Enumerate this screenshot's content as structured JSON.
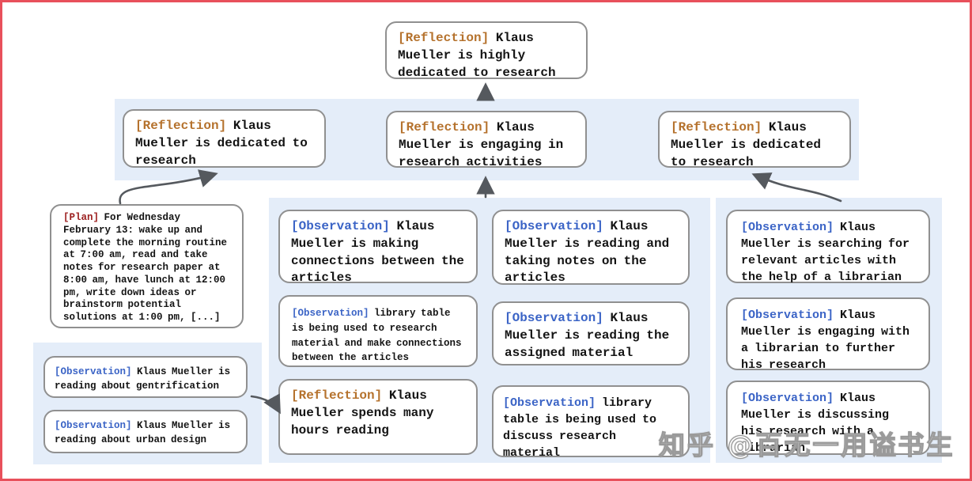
{
  "colors": {
    "reflection_tag": "#b5722d",
    "observation_tag": "#3b64c6",
    "plan_tag": "#9c1f1f",
    "band_bg": "#e4edf9",
    "frame_red": "#e8505b",
    "box_border": "#909090",
    "arrow": "#55595e"
  },
  "nodes": {
    "top_reflection": {
      "tag": "[Reflection]",
      "text": "Klaus Mueller is highly dedicated to research"
    },
    "row2": [
      {
        "tag": "[Reflection]",
        "text": "Klaus Mueller is dedicated to research"
      },
      {
        "tag": "[Reflection]",
        "text": "Klaus Mueller is engaging in research activities"
      },
      {
        "tag": "[Reflection]",
        "text": "Klaus Mueller is dedicated to research"
      }
    ],
    "plan": {
      "tag": "[Plan]",
      "text": "For Wednesday February 13: wake up and complete the morning routine at 7:00 am, read and take notes for research paper at 8:00 am, have lunch at 12:00 pm, write down ideas or brainstorm potential solutions at 1:00 pm, [...]"
    },
    "left_group": [
      {
        "tag": "[Observation]",
        "text": "Klaus Mueller is reading about gentrification"
      },
      {
        "tag": "[Observation]",
        "text": "Klaus Mueller is reading about urban design"
      }
    ],
    "mid_col1": [
      {
        "tag": "[Observation]",
        "text": "Klaus Mueller is making connections between the articles"
      },
      {
        "tag": "[Observation]",
        "text": "library table is being used to research material and make connections between the articles"
      },
      {
        "tag": "[Reflection]",
        "text": "Klaus Mueller spends many hours reading"
      }
    ],
    "mid_col2": [
      {
        "tag": "[Observation]",
        "text": "Klaus Mueller is reading and taking notes on the articles"
      },
      {
        "tag": "[Observation]",
        "text": "Klaus Mueller is reading the assigned material"
      },
      {
        "tag": "[Observation]",
        "text": "library table is being used to discuss research material"
      }
    ],
    "right_group": [
      {
        "tag": "[Observation]",
        "text": "Klaus Mueller is searching for relevant articles with the help of a librarian"
      },
      {
        "tag": "[Observation]",
        "text": "Klaus Mueller is engaging with a librarian to further his research"
      },
      {
        "tag": "[Observation]",
        "text": "Klaus Mueller is discussing his research with a librarian"
      }
    ]
  },
  "watermark": {
    "text": "知乎 @百无一用谥书生"
  }
}
